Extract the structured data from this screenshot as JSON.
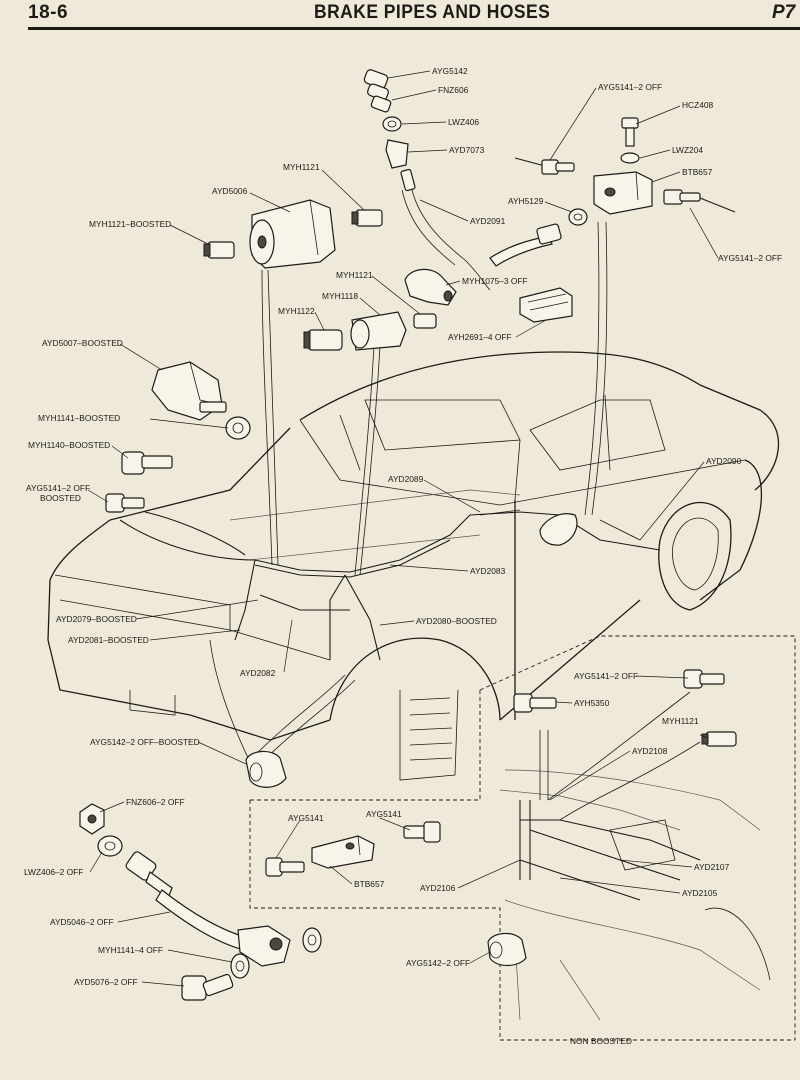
{
  "header": {
    "page_number": "18-6",
    "title": "BRAKE PIPES AND HOSES",
    "right_text": "P7"
  },
  "labels": {
    "ayg5142": "AYG5142",
    "fnz606": "FNZ606",
    "lwz406": "LWZ406",
    "ayd7073": "AYD7073",
    "ayd2091": "AYD2091",
    "myh1121_top": "MYH1121",
    "ayd5006": "AYD5006",
    "myh1121_boosted": "MYH1121–BOOSTED",
    "ayg5141_2off_top": "AYG5141–2 OFF",
    "hcz408": "HCZ408",
    "lwz204": "LWZ204",
    "btb657_top": "BTB657",
    "ayh5129": "AYH5129",
    "ayg5141_2off_right": "AYG5141–2 OFF",
    "myh1121_mid": "MYH1121",
    "myh1075_3off": "MYH1075–3 OFF",
    "myh1118": "MYH1118",
    "myh1122": "MYH1122",
    "ayh2691_4off": "AYH2691–4 OFF",
    "ayd5007_boosted": "AYD5007–BOOSTED",
    "myh1141_boosted": "MYH1141–BOOSTED",
    "myh1140_boosted": "MYH1140–BOOSTED",
    "ayg5141_2off_boosted_line1": "AYG5141–2 OFF",
    "ayg5141_2off_boosted_line2": "BOOSTED",
    "ayd2089": "AYD2089",
    "ayd2090": "AYD2090",
    "ayd2083": "AYD2083",
    "ayd2079_boosted": "AYD2079–BOOSTED",
    "ayd2081_boosted": "AYD2081–BOOSTED",
    "ayd2080_boosted": "AYD2080–BOOSTED",
    "ayd2082": "AYD2082",
    "ayg5142_2off_boosted": "AYG5142–2 OFF–BOOSTED",
    "ayg5141_2off_inset": "AYG5141–2 OFF",
    "ayh5350": "AYH5350",
    "myh1121_inset": "MYH1121",
    "ayd2108": "AYD2108",
    "fnz606_2off": "FNZ606–2 OFF",
    "ayg5141_a": "AYG5141",
    "ayg5141_b": "AYG5141",
    "lwz406_2off": "LWZ406–2 OFF",
    "btb657_inset": "BTB657",
    "ayd2106": "AYD2106",
    "ayd2107": "AYD2107",
    "ayd2105": "AYD2105",
    "ayd5046_2off": "AYD5046–2 OFF",
    "myh1141_4off": "MYH1141–4 OFF",
    "ayd5076_2off": "AYD5076–2 OFF",
    "ayg5142_2off": "AYG5142–2 OFF",
    "non_boosted": "NON BOOSTED"
  }
}
